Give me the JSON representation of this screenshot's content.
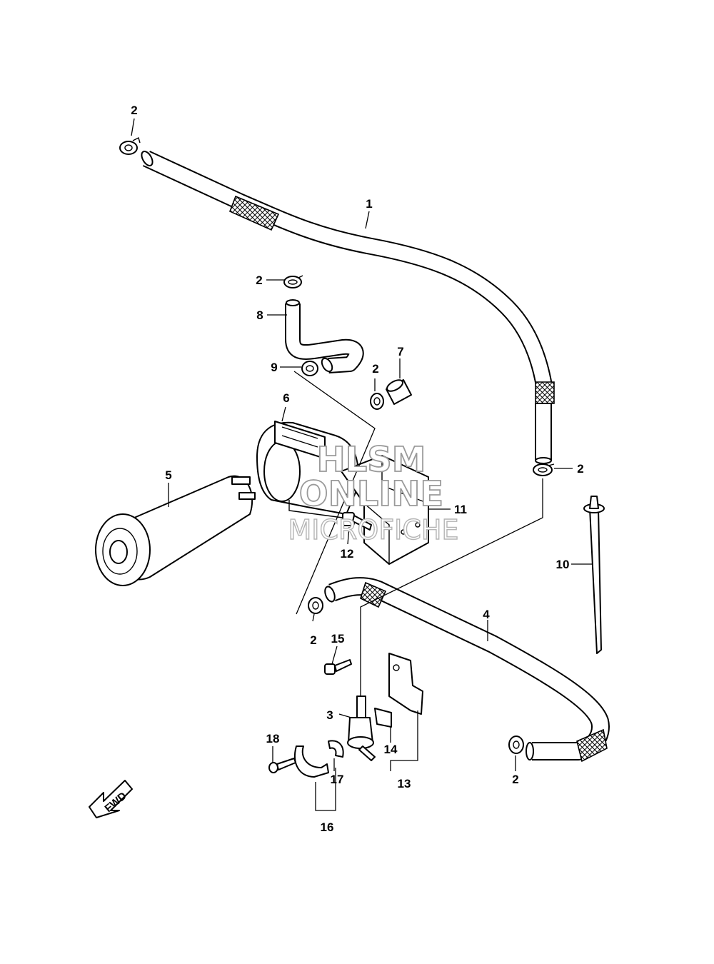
{
  "watermark": {
    "line1": "HLSM",
    "line2": "ONLINE",
    "line3": "MICROFICHE"
  },
  "direction_arrow": {
    "label": "FWD",
    "icon": "forward-arrow-icon"
  },
  "callouts": {
    "c1": "1",
    "c2a": "2",
    "c2b": "2",
    "c2c": "2",
    "c2d": "2",
    "c2e": "2",
    "c2f": "2",
    "c3": "3",
    "c4": "4",
    "c5": "5",
    "c6": "6",
    "c7": "7",
    "c8": "8",
    "c9": "9",
    "c10": "10",
    "c11": "11",
    "c12": "12",
    "c13": "13",
    "c14": "14",
    "c15": "15",
    "c16": "16",
    "c17": "17",
    "c18": "18"
  }
}
